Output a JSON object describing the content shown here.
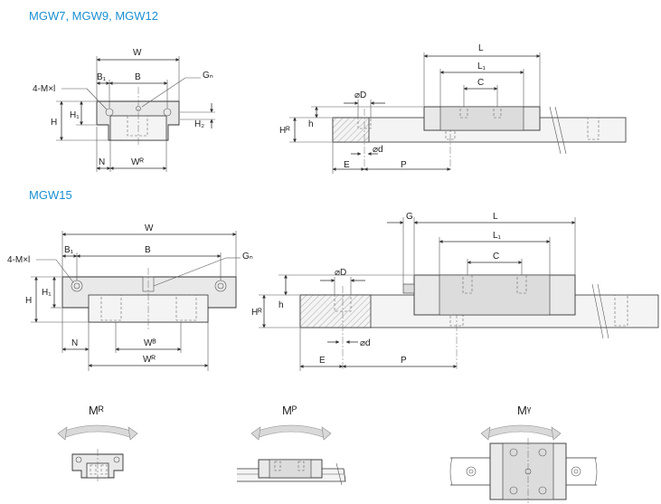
{
  "sections": {
    "top_title": "MGW7, MGW9, MGW12",
    "mid_title": "MGW15"
  },
  "top_front": {
    "W": "W",
    "B1": "B₁",
    "B": "B",
    "GN": "Gₙ",
    "MxL": "4-M×l",
    "H": "H",
    "H1": "H₁",
    "H2": "H₂",
    "N": "N",
    "WR": "Wᴿ"
  },
  "top_side": {
    "L": "L",
    "L1": "L₁",
    "C": "C",
    "D": "⌀D",
    "d": "⌀d",
    "HR": "Hᴿ",
    "h": "h",
    "E": "E",
    "P": "P"
  },
  "mid_front": {
    "W": "W",
    "B1": "B₁",
    "B": "B",
    "GN": "Gₙ",
    "MxL": "4-M×l",
    "H": "H",
    "H1": "H₁",
    "N": "N",
    "WB": "Wᴮ",
    "WR": "Wᴿ"
  },
  "mid_side": {
    "G": "G",
    "L": "L",
    "L1": "L₁",
    "C": "C",
    "D": "⌀D",
    "d": "⌀d",
    "HR": "Hᴿ",
    "h": "h",
    "E": "E",
    "P": "P"
  },
  "moments": {
    "MR": "Mᴿ",
    "MP": "Mᴾ",
    "MY": "Mᵞ"
  }
}
